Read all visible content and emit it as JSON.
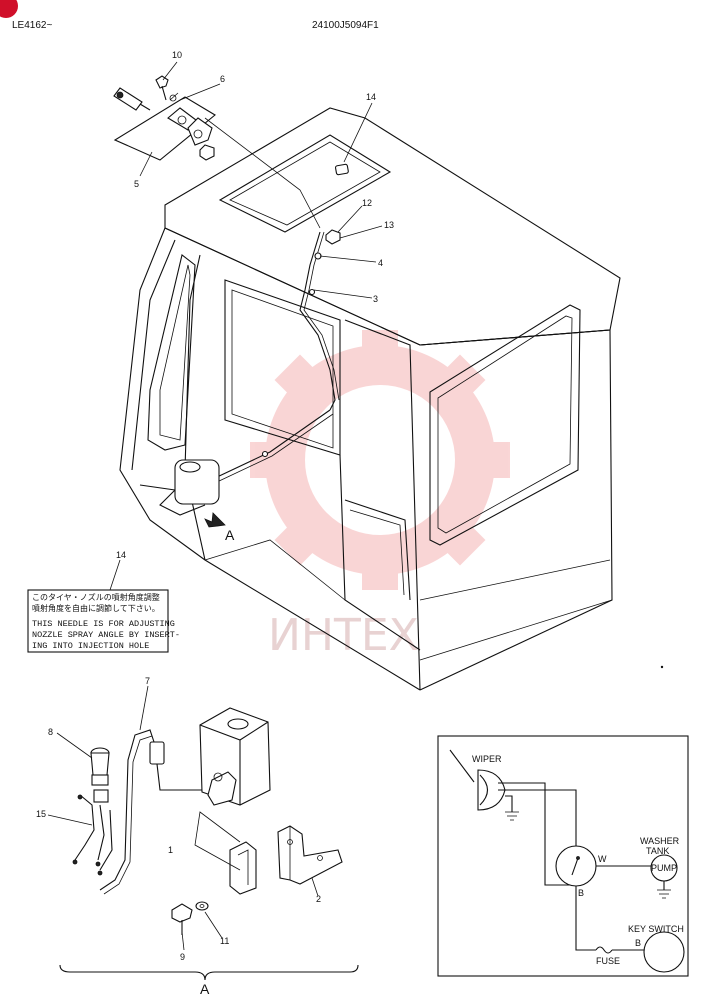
{
  "header": {
    "serial": "LE4162~",
    "doc_code": "24100J5094F1"
  },
  "watermark": "ИНТЕХ",
  "parts": {
    "p1": "1",
    "p2": "2",
    "p3": "3",
    "p4": "4",
    "p5": "5",
    "p6": "6",
    "p7": "7",
    "p8": "8",
    "p9": "9",
    "p10": "10",
    "p11": "11",
    "p12": "12",
    "p13": "13",
    "p14_top": "14",
    "p14_note": "14",
    "p15": "15"
  },
  "detail": {
    "arrow_label": "A",
    "section_label": "A"
  },
  "note": {
    "jp_line1": "このタイヤ・ノズルの噴射角度調整",
    "jp_line2": "噴射角度を自由に調節して下さい。",
    "en_line1": "THIS NEEDLE IS FOR ADJUSTING",
    "en_line2": "NOZZLE SPRAY ANGLE BY INSERT-",
    "en_line3": "ING INTO INJECTION HOLE"
  },
  "schematic": {
    "wiper": "WIPER",
    "washer_tank_1": "WASHER",
    "washer_tank_2": "TANK",
    "pump": "PUMP",
    "key_switch": "KEY SWITCH",
    "fuse": "FUSE",
    "terminal_b1": "B",
    "terminal_b2": "B",
    "terminal_w": "W"
  }
}
